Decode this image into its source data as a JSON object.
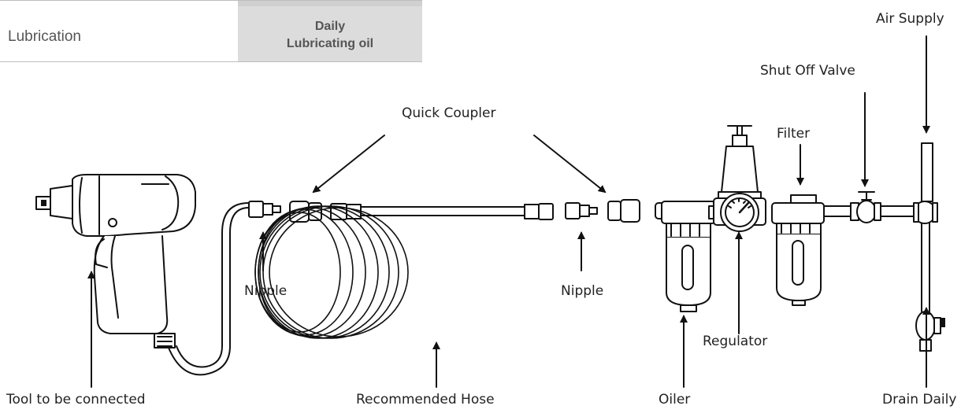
{
  "table": {
    "row_label": "Lubrication",
    "frequency": "Daily",
    "material": "Lubricating oil"
  },
  "labels": {
    "air_supply": "Air Supply",
    "shut_off_valve": "Shut Off Valve",
    "quick_coupler": "Quick Coupler",
    "filter": "Filter",
    "nipple_left": "Nipple",
    "nipple_right": "Nipple",
    "regulator": "Regulator",
    "tool": "Tool to be connected",
    "hose": "Recommended Hose",
    "oiler": "Oiler",
    "drain": "Drain Daily"
  }
}
